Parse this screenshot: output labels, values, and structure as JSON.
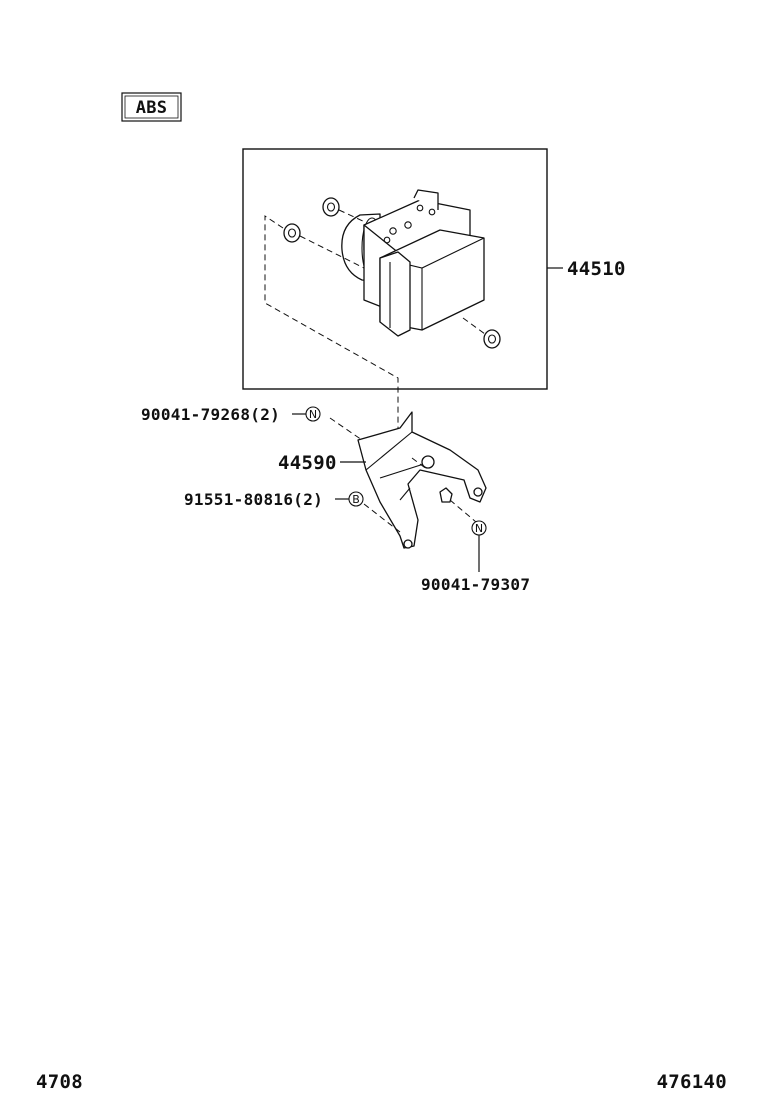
{
  "badge": {
    "label": "ABS"
  },
  "parts": {
    "abs_actuator": {
      "number": "44510"
    },
    "bracket": {
      "number": "44590"
    },
    "nut_upper": {
      "number": "90041-79268(2)",
      "symbol": "N"
    },
    "bolt": {
      "number": "91551-80816(2)",
      "symbol": "B"
    },
    "nut_lower": {
      "number": "90041-79307",
      "symbol": "N"
    }
  },
  "footer": {
    "left_code": "4708",
    "right_code": "476140"
  }
}
